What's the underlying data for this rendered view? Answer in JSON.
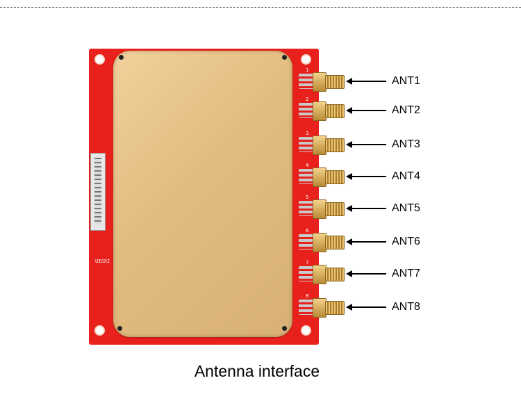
{
  "image": {
    "subject": "UHF RFID reader module with antenna ports",
    "colors": {
      "board": "#e8211c",
      "shield": "#e2bc7f",
      "connector_gold": "#e9c371"
    }
  },
  "ports": [
    {
      "number": "1",
      "label": "ANT1"
    },
    {
      "number": "2",
      "label": "ANT2"
    },
    {
      "number": "3",
      "label": "ANT3"
    },
    {
      "number": "4",
      "label": "ANT4"
    },
    {
      "number": "5",
      "label": "ANT5"
    },
    {
      "number": "6",
      "label": "ANT6"
    },
    {
      "number": "7",
      "label": "ANT7"
    },
    {
      "number": "8",
      "label": "ANT8"
    }
  ],
  "caption": "Antenna interface"
}
